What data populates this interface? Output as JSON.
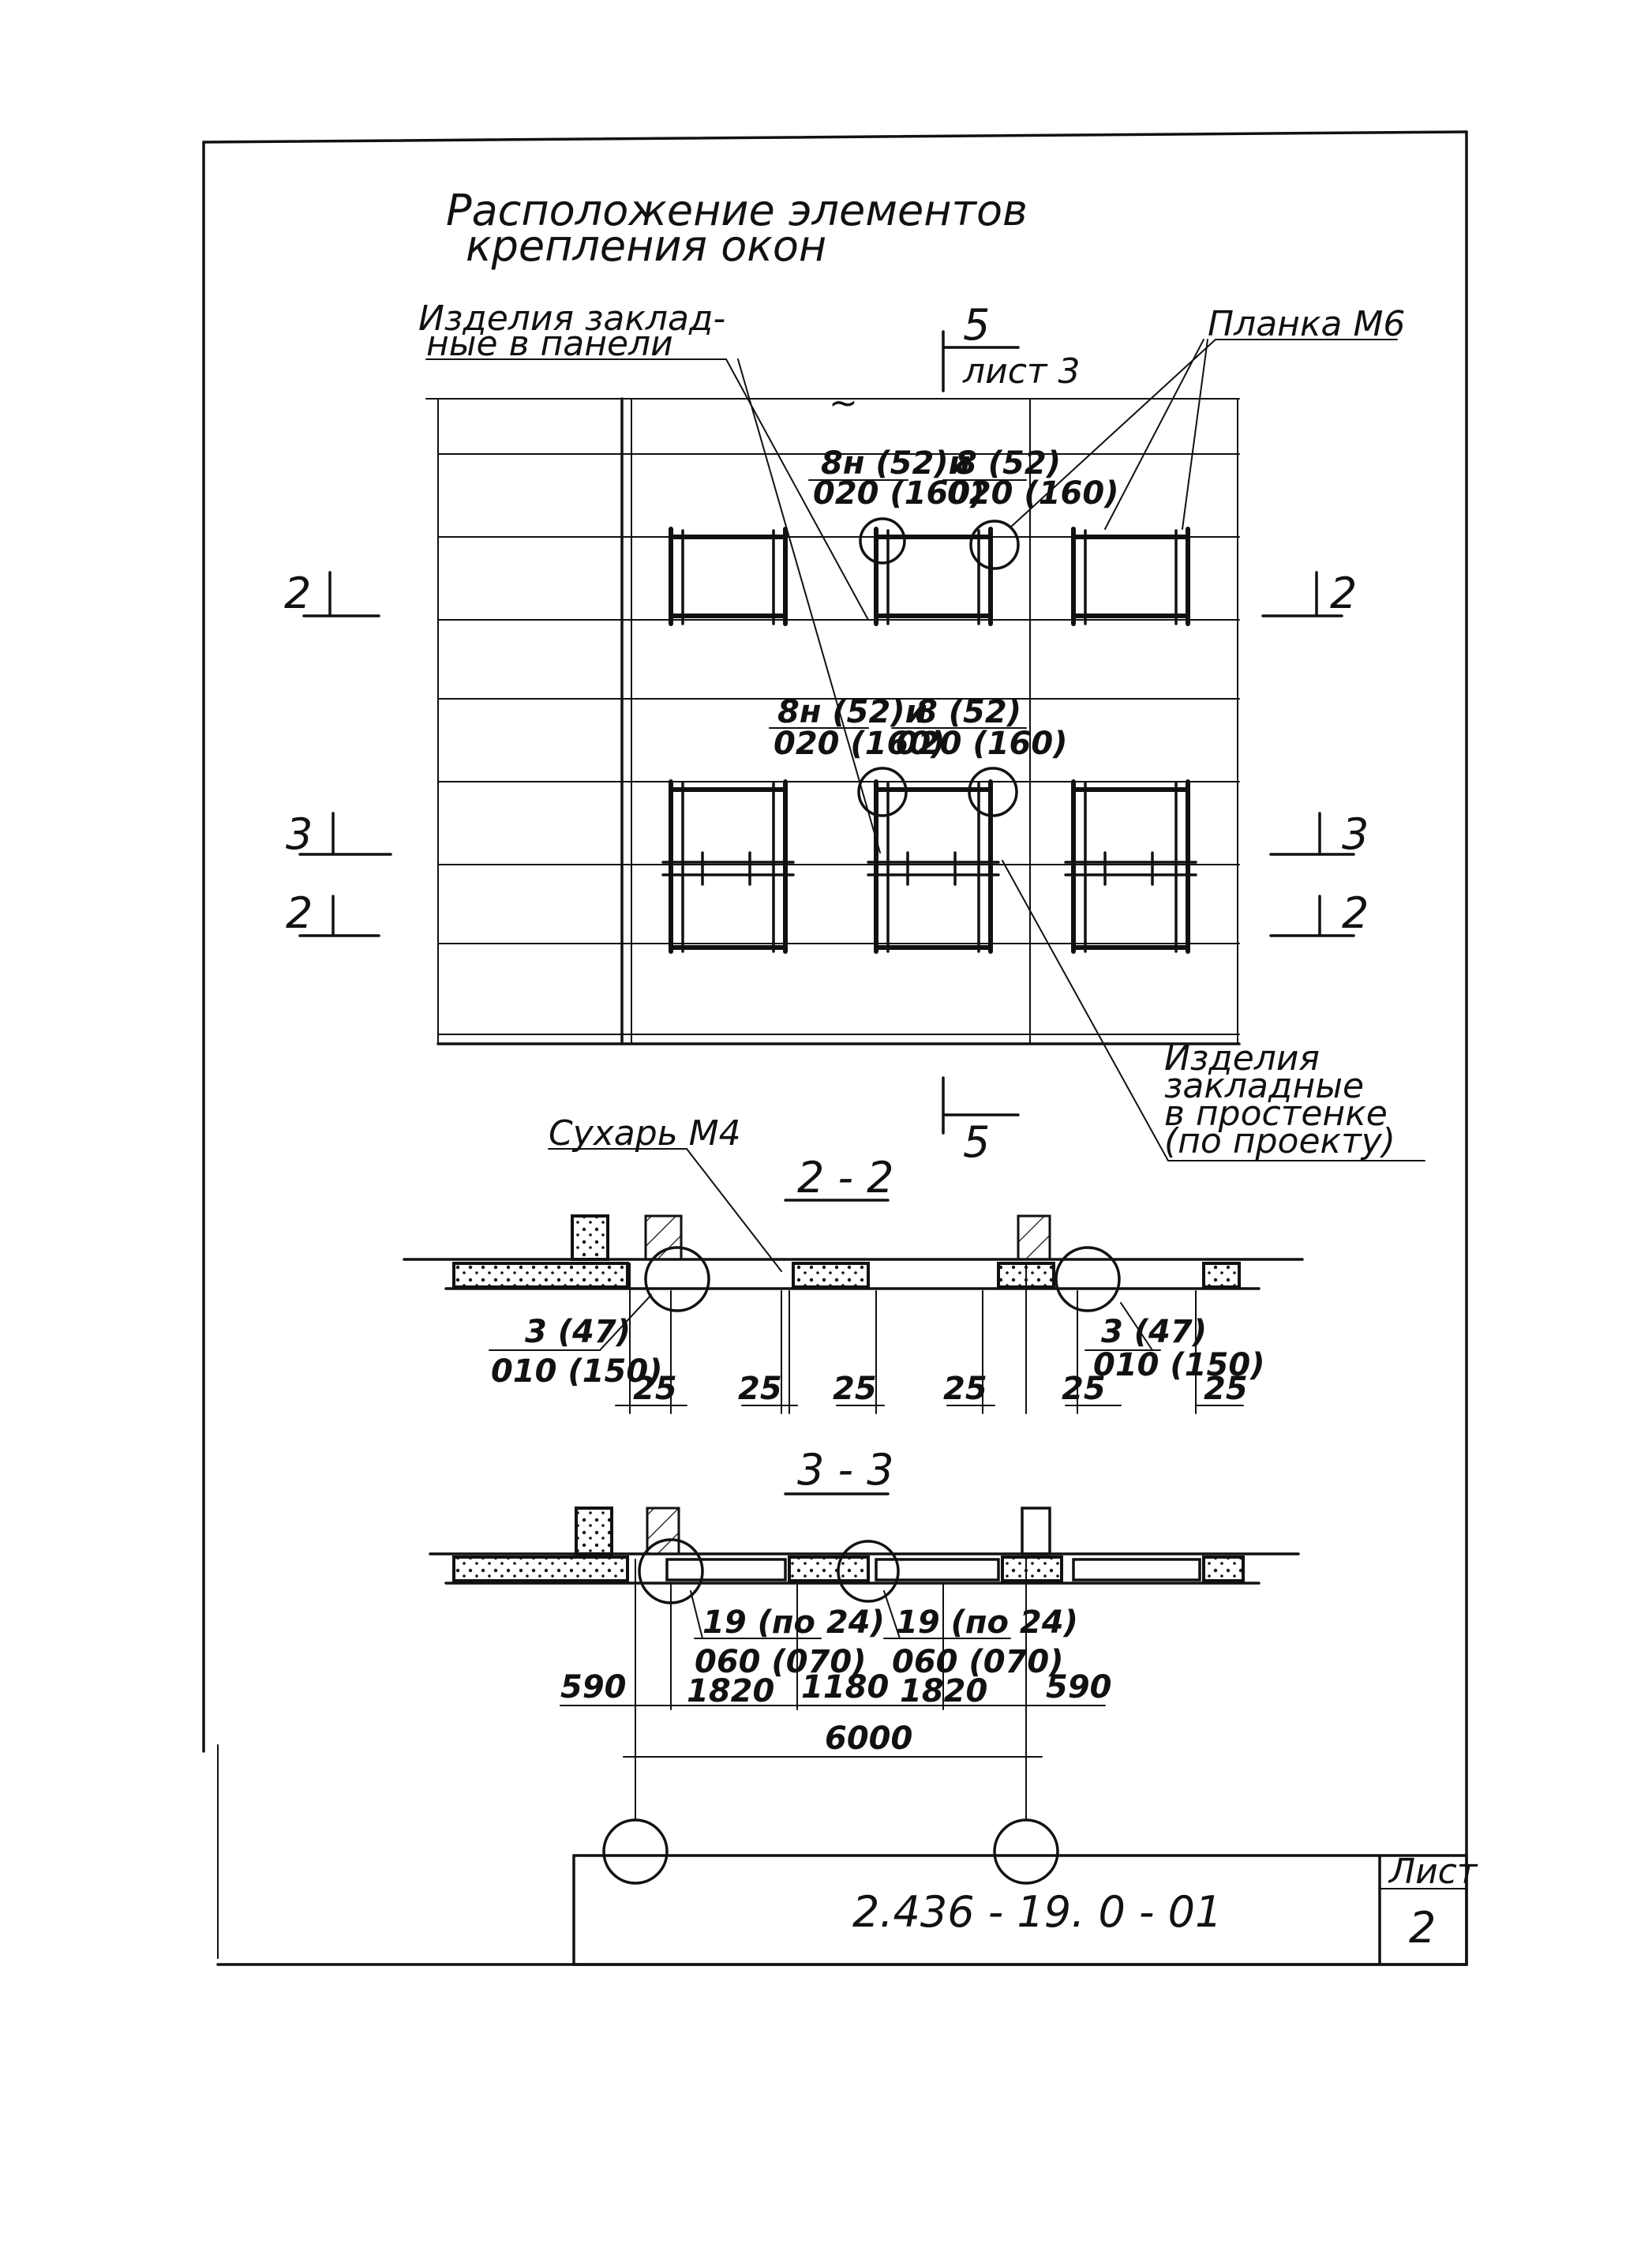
{
  "title": {
    "line1": "Расположение элементов",
    "line2": "крепления окон"
  },
  "labels": {
    "embedded_panel_1": "Изделия заклад-",
    "embedded_panel_2": "ные в панели",
    "plate": "Планка М6",
    "section_mark": "5",
    "sheet_ref": "лист 3",
    "embedded_wall_1": "Изделия",
    "embedded_wall_2": "закладные",
    "embedded_wall_3": "в простенке",
    "embedded_wall_4": "(по проекту)",
    "cracker": "Сухарь М4",
    "break_mark": "~"
  },
  "callouts": {
    "row1_a_top": "8н (52)и",
    "row1_a_bot": "020 (160)",
    "row1_b_top": "8 (52)",
    "row1_b_bot": "020 (160)",
    "row2_a_top": "8н (52)и",
    "row2_a_bot": "020 (160)",
    "row2_b_top": "8 (52)",
    "row2_b_bot": "020 (160)"
  },
  "section_marks": {
    "left_2a": "2",
    "left_3": "3",
    "left_2b": "2",
    "right_2a": "2",
    "right_3": "3",
    "right_2b": "2"
  },
  "section_2_2": {
    "title": "2 - 2",
    "callout_left_top": "3 (47)",
    "callout_left_bot": "010 (150)",
    "callout_right_top": "3 (47)",
    "callout_right_bot": "010 (150)",
    "dims": [
      "25",
      "25",
      "25",
      "25",
      "25",
      "25"
    ]
  },
  "section_3_3": {
    "title": "3 - 3",
    "callout_left_top": "19 (по 24)",
    "callout_left_bot": "060 (070)",
    "callout_right_top": "19 (по 24)",
    "callout_right_bot": "060 (070)",
    "dims": [
      "590",
      "1820",
      "1180",
      "1820",
      "590"
    ],
    "total": "6000"
  },
  "stamp": {
    "code": "2.436 - 19. 0 - 01",
    "sheet_label": "Лист",
    "sheet_number": "2"
  }
}
